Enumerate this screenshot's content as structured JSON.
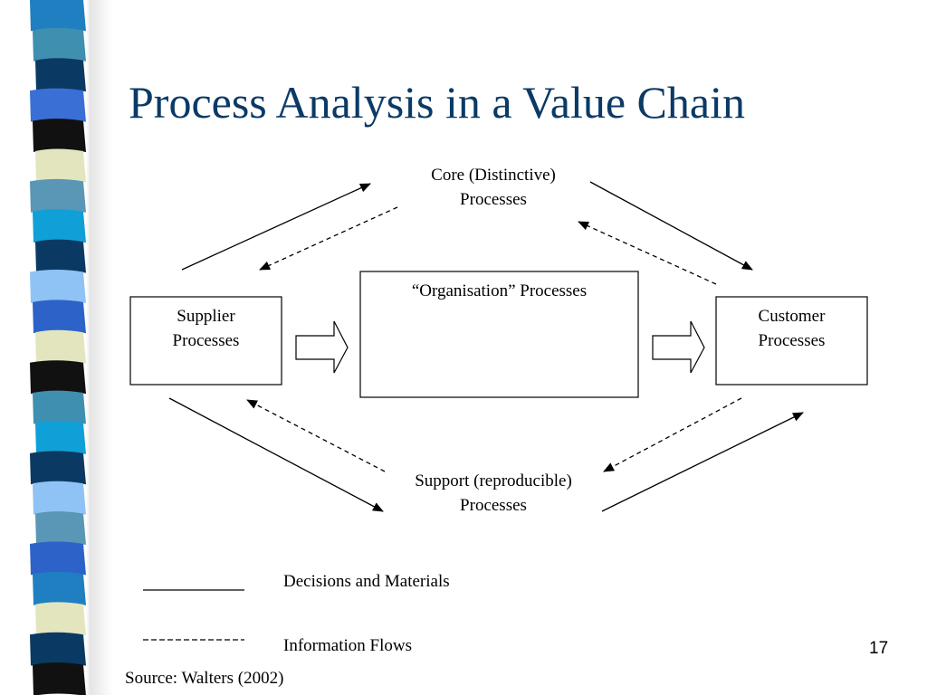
{
  "slide": {
    "title": "Process Analysis in a Value Chain",
    "page_number": "17",
    "source": "Source: Walters (2002)"
  },
  "nodes": {
    "core": {
      "line1": "Core (Distinctive)",
      "line2": "Processes"
    },
    "organisation": {
      "label": "“Organisation” Processes"
    },
    "supplier": {
      "line1": "Supplier",
      "line2": "Processes"
    },
    "customer": {
      "line1": "Customer",
      "line2": "Processes"
    },
    "support": {
      "line1": "Support (reproducible)",
      "line2": "Processes"
    }
  },
  "legend": {
    "solid_label": "Decisions and Materials",
    "dashed_label": "Information Flows"
  },
  "colors": {
    "title": "#0b3a66",
    "stripe": [
      "#1f7fc0",
      "#3f8fb0",
      "#0a3a63",
      "#3a6fd6",
      "#111111",
      "#e3e5bf",
      "#5a96b5",
      "#10a0d8",
      "#8fc3f6",
      "#2d63c8"
    ]
  }
}
